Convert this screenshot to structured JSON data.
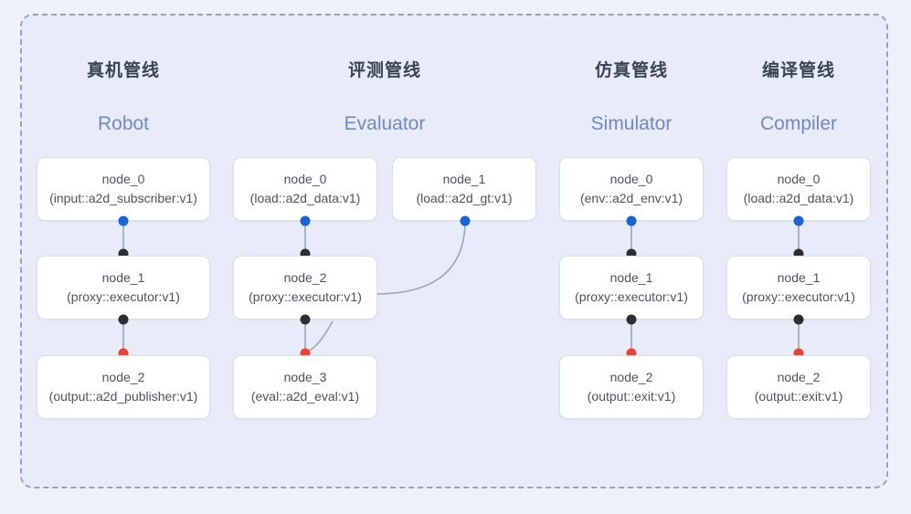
{
  "diagram": {
    "background_color": "#eef1fa",
    "panel_color": "#e7ecf8",
    "frame_style": "dashed",
    "frame_color": "#9aa3b4",
    "title_cn_color": "#3b4250",
    "title_en_color": "#6f8ac4",
    "node_text_color": "#4d535e",
    "node_bg_color": "#ffffff",
    "node_border_color": "#d9dfe9",
    "edge_color": "#9aa6bd"
  },
  "ports": {
    "blue": "#1a62d8",
    "black": "#2d2f34",
    "red": "#ea4335"
  },
  "columns": [
    {
      "title_cn": "真机管线",
      "title_en": "Robot",
      "nodes": [
        {
          "id": "node_0",
          "type": "(input::a2d_subscriber:v1)"
        },
        {
          "id": "node_1",
          "type": "(proxy::executor:v1)"
        },
        {
          "id": "node_2",
          "type": "(output::a2d_publisher:v1)"
        }
      ]
    },
    {
      "title_cn": "评测管线",
      "title_en": "Evaluator",
      "nodes": [
        {
          "id": "node_0",
          "type": "(load::a2d_data:v1)"
        },
        {
          "id": "node_1",
          "type": "(load::a2d_gt:v1)"
        },
        {
          "id": "node_2",
          "type": "(proxy::executor:v1)"
        },
        {
          "id": "node_3",
          "type": "(eval::a2d_eval:v1)"
        }
      ]
    },
    {
      "title_cn": "仿真管线",
      "title_en": "Simulator",
      "nodes": [
        {
          "id": "node_0",
          "type": "(env::a2d_env:v1)"
        },
        {
          "id": "node_1",
          "type": "(proxy::executor:v1)"
        },
        {
          "id": "node_2",
          "type": "(output::exit:v1)"
        }
      ]
    },
    {
      "title_cn": "编译管线",
      "title_en": "Compiler",
      "nodes": [
        {
          "id": "node_0",
          "type": "(load::a2d_data:v1)"
        },
        {
          "id": "node_1",
          "type": "(proxy::executor:v1)"
        },
        {
          "id": "node_2",
          "type": "(output::exit:v1)"
        }
      ]
    }
  ]
}
